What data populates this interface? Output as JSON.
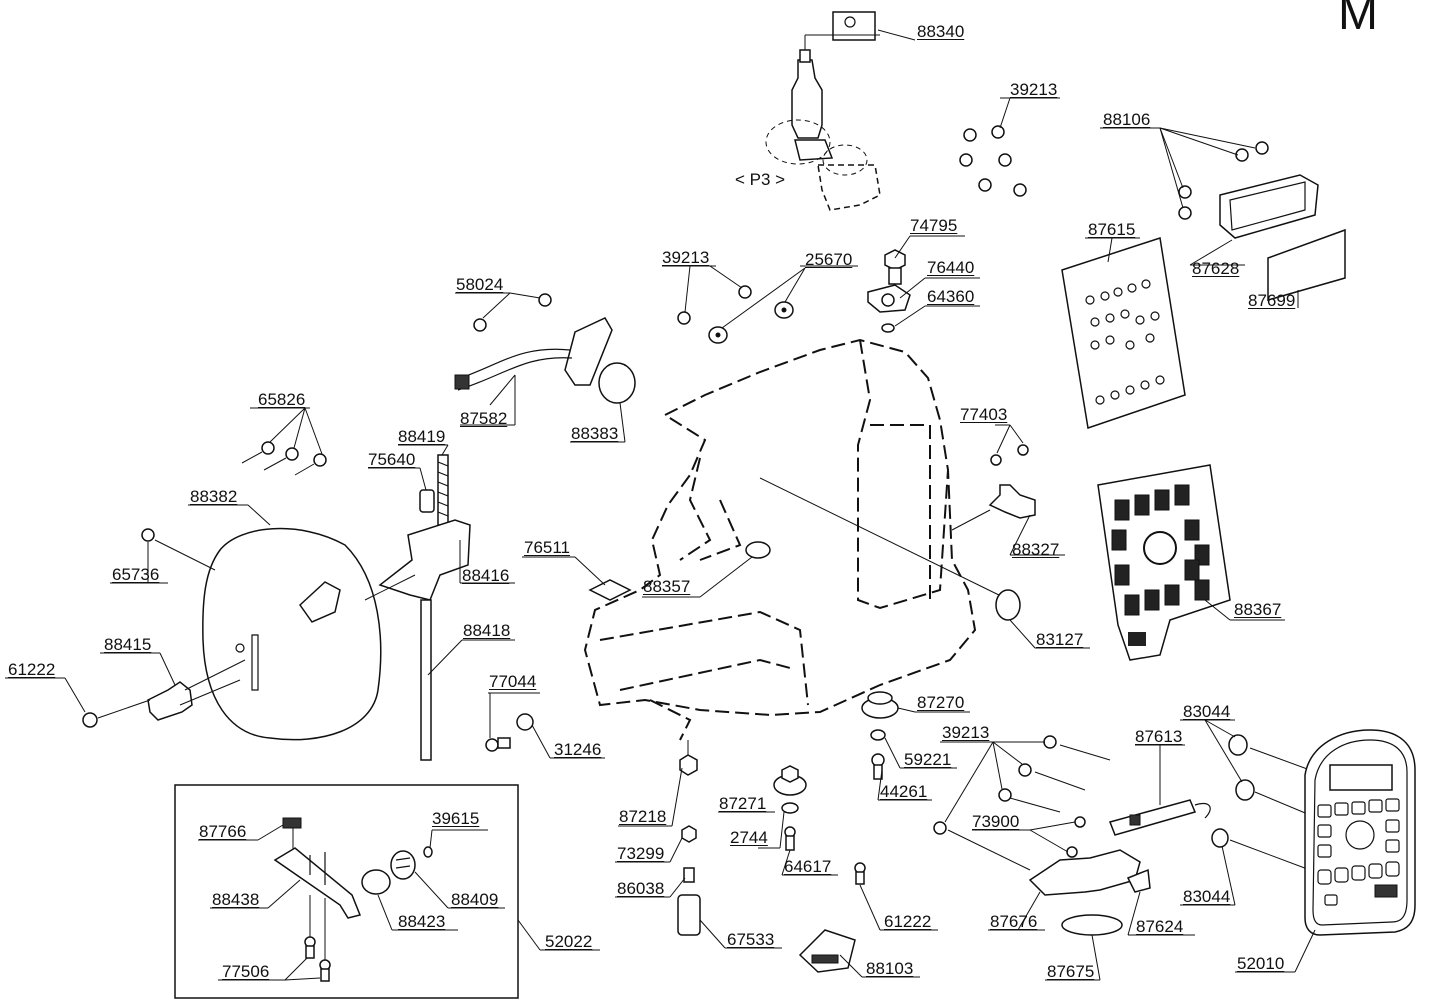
{
  "page_letter": "M",
  "subassembly_tag": "< P3 >",
  "callouts": {
    "c88340": "88340",
    "c39213a": "39213",
    "c88106": "88106",
    "c87615": "87615",
    "c87628": "87628",
    "c87699": "87699",
    "c74795": "74795",
    "c76440": "76440",
    "c64360": "64360",
    "c39213b": "39213",
    "c25670": "25670",
    "c58024": "58024",
    "c87582": "87582",
    "c88383": "88383",
    "c65826": "65826",
    "c88419": "88419",
    "c75640": "75640",
    "c88382": "88382",
    "c65736": "65736",
    "c88416": "88416",
    "c76511": "76511",
    "c88357": "88357",
    "c77403": "77403",
    "c88327": "88327",
    "c88367": "88367",
    "c83127": "83127",
    "c88418": "88418",
    "c88415": "88415",
    "c61222a": "61222",
    "c77044": "77044",
    "c31246": "31246",
    "c87270": "87270",
    "c59221": "59221",
    "c44261": "44261",
    "c39213c": "39213",
    "c83044a": "83044",
    "c87613": "87613",
    "c73900": "73900",
    "c83044b": "83044",
    "c87218": "87218",
    "c87271": "87271",
    "c2744": "2744",
    "c73299": "73299",
    "c64617": "64617",
    "c86038": "86038",
    "c61222b": "61222",
    "c67533": "67533",
    "c88103": "88103",
    "c87676": "87676",
    "c87624": "87624",
    "c87675": "87675",
    "c52010": "52010",
    "c87766": "87766",
    "c39615": "39615",
    "c88409": "88409",
    "c88438": "88438",
    "c88423": "88423",
    "c77506": "77506",
    "c52022": "52022"
  }
}
